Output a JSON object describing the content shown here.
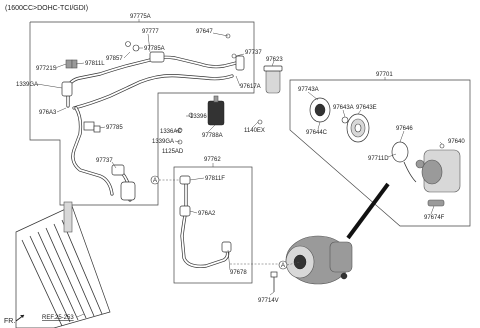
{
  "header": {
    "engine": "(1600CC>DOHC-TCI/GDI)"
  },
  "labels": {
    "p97775A": "97775A",
    "p97777": "97777",
    "p97647": "97647",
    "p97785A": "97785A",
    "p97737_top": "97737",
    "p97857": "97857",
    "p97623": "97623",
    "p97721S": "97721S",
    "p97811L": "97811L",
    "p1339GA_left": "1339GA",
    "p976A3": "976A3",
    "p97785": "97785",
    "p97617A": "97617A",
    "p13396": "13396",
    "p1336AC": "1336AC",
    "p1339GA_mid": "1339GA",
    "p1125AD": "1125AD",
    "p97788A": "97788A",
    "p1140EX": "1140EX",
    "p97737_left": "97737",
    "p97762": "97762",
    "p97811F": "97811F",
    "p976A2": "976A2",
    "p97678": "97678",
    "p97701": "97701",
    "p97743A": "97743A",
    "p97643A": "97643A",
    "p97643E": "97643E",
    "p97644C": "97644C",
    "p97646": "97646",
    "p97640": "97640",
    "p97711D": "97711D",
    "p97674F": "97674F",
    "p97714V": "97714V"
  },
  "markers": {
    "a1": "A",
    "a2": "A"
  },
  "footer": {
    "ref": "REF.25-253",
    "fr": "FR."
  }
}
